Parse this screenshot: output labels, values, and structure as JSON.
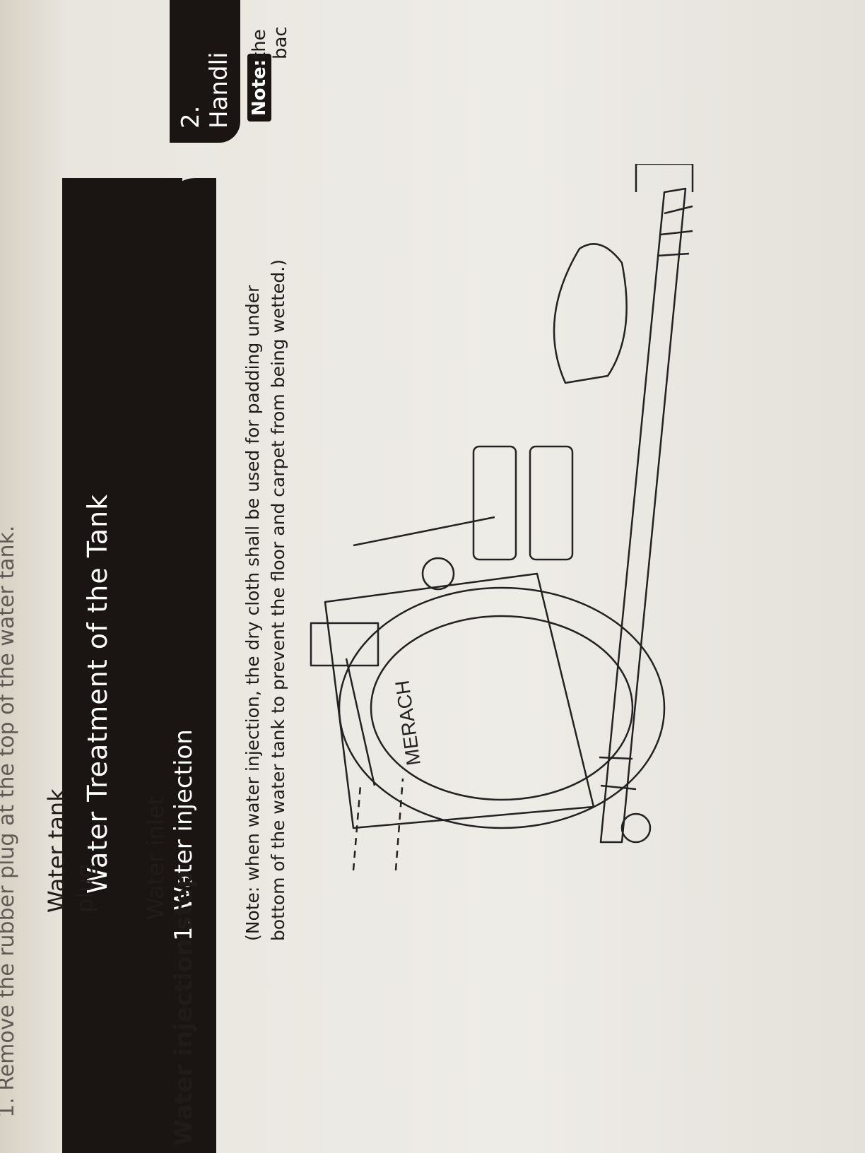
{
  "header": {
    "title": "Water Treatment of the Tank"
  },
  "section": {
    "title": "1. Water injection",
    "note_line1": "(Note: when water injection, the dry cloth shall be used for padding under",
    "note_line2": "bottom of the water tank to prevent the floor and carpet from being wetted.)"
  },
  "diagram": {
    "brand_label": "MERACH",
    "labels": {
      "plug_line1": "Water tank",
      "plug_line2": "plug",
      "inlet": "Water inlet"
    }
  },
  "steps": {
    "title": "Water injection step",
    "step1": "1. Remove the rubber plug at the top of the water tank."
  },
  "next_page": {
    "title": "2. Handli",
    "note_badge": "Note:",
    "note_line1": "the",
    "note_line2": "bac"
  }
}
